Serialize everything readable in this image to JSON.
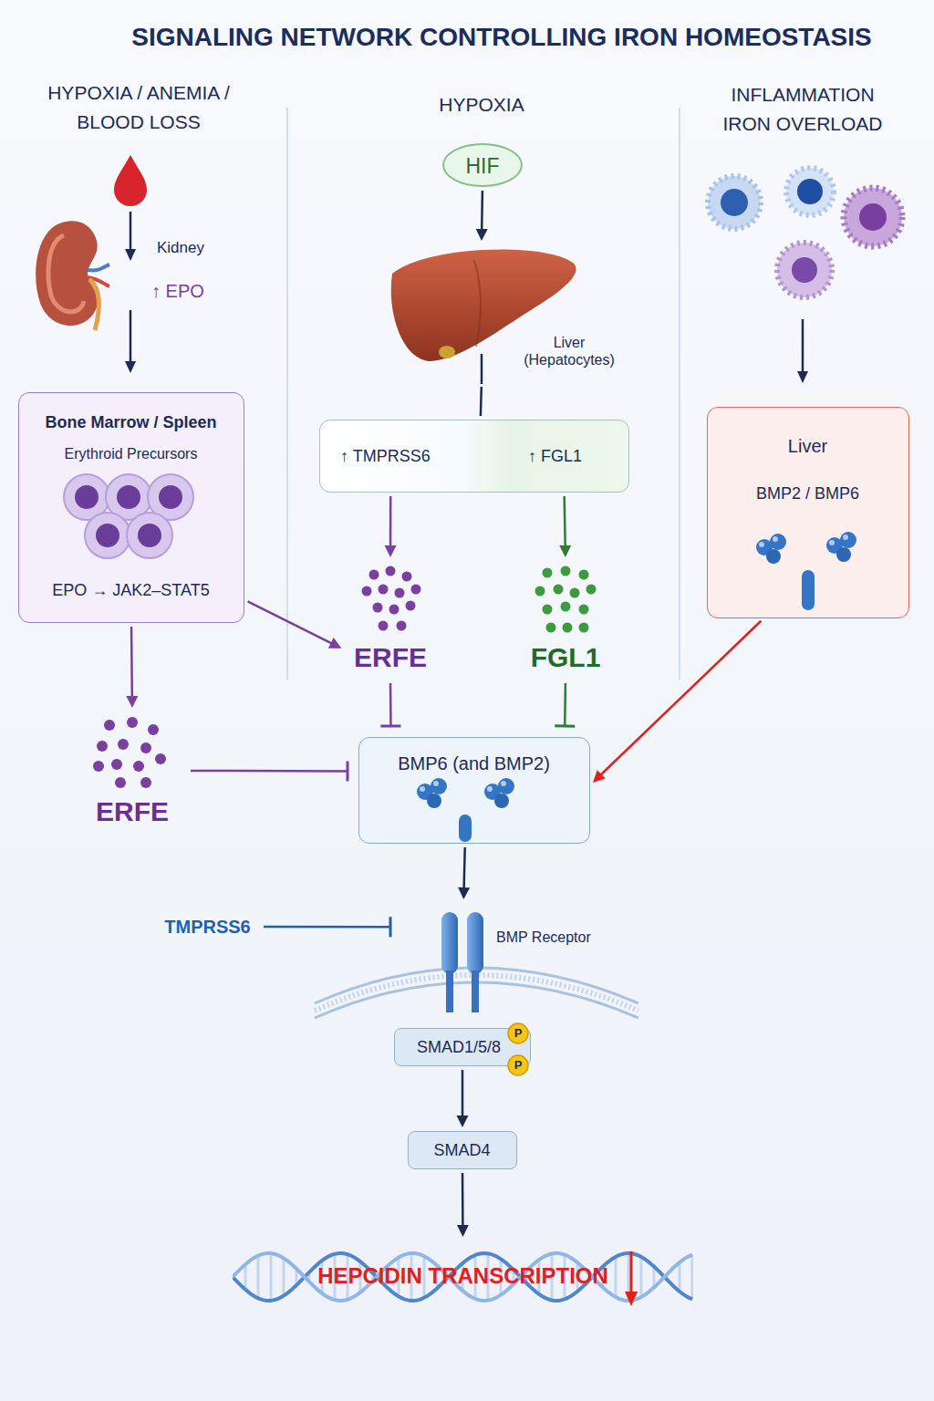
{
  "diagram": {
    "title": "SIGNALING NETWORK CONTROLLING IRON HOMEOSTASIS",
    "nodes": [
      {
        "text": [
          "HIF"
        ]
      },
      {
        "text": [
          "Liver (Hepatocytes)"
        ]
      },
      {
        "text": [
          "Bone Marrow / Spleen",
          "Erythroid Precursors",
          "EPO → JAK2–STAT5"
        ]
      },
      {
        "text": [
          "Liver",
          "BMP2 / BMP6"
        ]
      },
      {
        "text": [
          "↑ TMPRSS6",
          "↑ FGL1"
        ]
      },
      {
        "text": [
          "ERFE"
        ]
      },
      {
        "text": [
          "FGL1"
        ]
      },
      {
        "text": [
          "ERFE"
        ]
      },
      {
        "text": [
          "BMP6 (and BMP2)"
        ]
      },
      {
        "text": [
          "TMPRSS6"
        ]
      },
      {
        "text": [
          "BMP Receptor"
        ]
      },
      {
        "text": [
          "SMAD1/5/8"
        ]
      },
      {
        "text": [
          "SMAD4"
        ]
      },
      {
        "text": [
          "HEPCIDIN TRANSCRIPTION"
        ]
      }
    ],
    "edges": [
      {
        "from": 0,
        "to": 1,
        "arrow": "to"
      },
      {
        "from": 1,
        "to": 4,
        "arrow": "none"
      },
      {
        "from": 4,
        "to": 5,
        "arrow": "to"
      },
      {
        "from": 4,
        "to": 6,
        "arrow": "to"
      },
      {
        "from": 2,
        "to": 5,
        "arrow": "to"
      },
      {
        "from": 2,
        "to": 7,
        "arrow": "to"
      },
      {
        "from": 5,
        "to": 8,
        "arrow": "to"
      },
      {
        "from": 6,
        "to": 8,
        "arrow": "to"
      },
      {
        "from": 7,
        "to": 8,
        "arrow": "to"
      },
      {
        "from": 3,
        "to": 8,
        "arrow": "to"
      },
      {
        "from": 8,
        "to": 10,
        "arrow": "to"
      },
      {
        "from": 9,
        "to": 10,
        "arrow": "to"
      },
      {
        "from": 11,
        "to": 12,
        "arrow": "to"
      },
      {
        "from": 12,
        "to": 13,
        "arrow": "to"
      }
    ],
    "labels": [
      "HYPOXIA / ANEMIA / BLOOD LOSS",
      "HYPOXIA",
      "INFLAMMATION IRON OVERLOAD",
      "Kidney",
      "↑ EPO",
      "P",
      "P"
    ]
  }
}
